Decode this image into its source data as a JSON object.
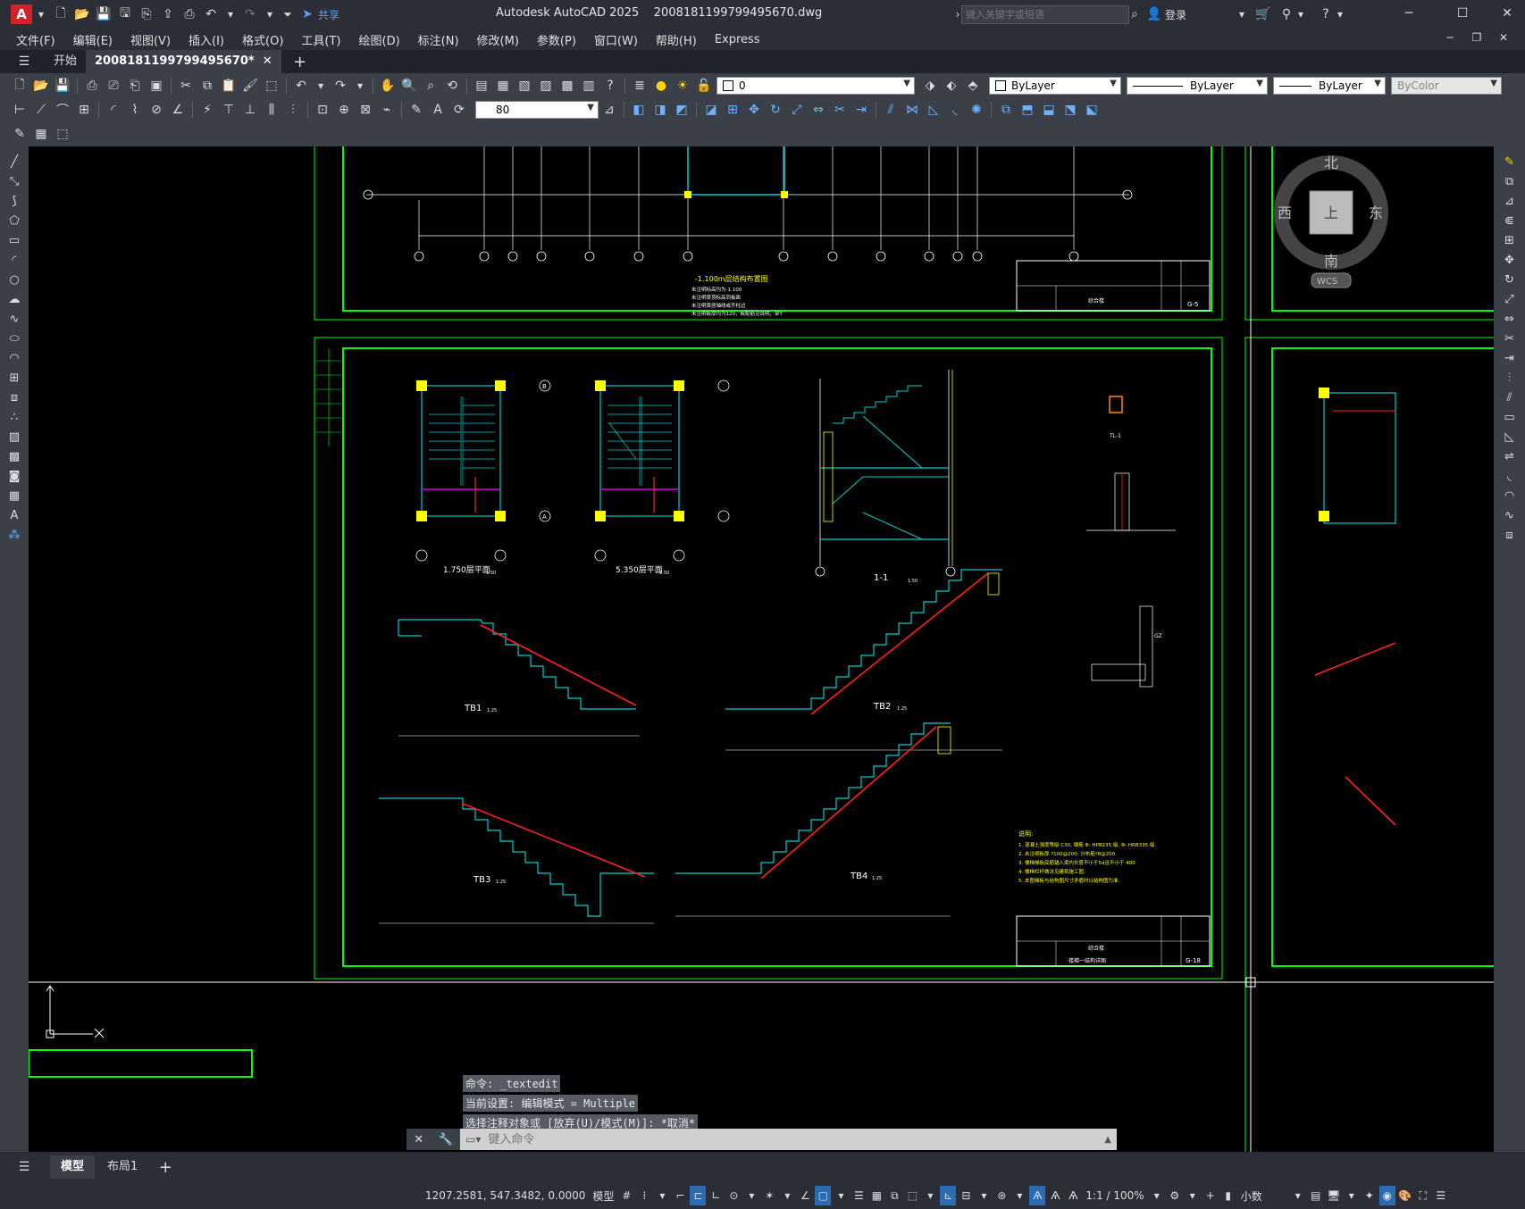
{
  "titlebar": {
    "app_title": "Autodesk AutoCAD 2025",
    "file_name": "2008181199799495670.dwg",
    "search_placeholder": "键入关键字或短语",
    "signin_label": "登录",
    "share_label": "共享"
  },
  "menu": [
    "文件(F)",
    "编辑(E)",
    "视图(V)",
    "插入(I)",
    "格式(O)",
    "工具(T)",
    "绘图(D)",
    "标注(N)",
    "修改(M)",
    "参数(P)",
    "窗口(W)",
    "帮助(H)",
    "Express"
  ],
  "tabs": {
    "start": "开始",
    "drawing": "2008181199799495670*"
  },
  "layer_combo": {
    "value": "0"
  },
  "properties": {
    "color": "ByLayer",
    "linetype": "ByLayer",
    "lineweight": "ByLayer",
    "plotstyle": "ByColor"
  },
  "dim_scale": {
    "value": "80"
  },
  "viewcube": {
    "north": "北",
    "south": "南",
    "east": "东",
    "west": "西",
    "top": "上",
    "wcs": "WCS"
  },
  "drawing": {
    "top_plan_title": "-1.100m层结构布置图",
    "top_notes": [
      "未注明标高均为-1.100",
      "未注明梁顶标高同板面",
      "未注明梁居轴线或齐柱边",
      "未注明板厚均为120，板配筋见说明，梁Y"
    ],
    "sheet_no_top": "G-5",
    "titleblock_project": "综合楼",
    "stair_plan_1": "1.750层平面",
    "stair_plan_2": "5.350层平面",
    "section_1": "1-1",
    "scale_150": "1:50",
    "scale_125": "1:25",
    "tb1": "TB1",
    "tb2": "TB2",
    "tb3": "TB3",
    "tb4": "TB4",
    "tl1": "TL-1",
    "gz": "GZ",
    "notes_title": "说明:",
    "notes": [
      "1. 混凝土强度等级 C30, 钢筋 Φ- HPB235 级, Φ- HRB335 级.",
      "2. 未注明板厚 ?100@200; 分布筋?8@200.",
      "3. 楼梯梯板底筋锚入梁内长度不小于5d且不小于 400",
      "4. 楼梯栏杆做法见建筑施工图.",
      "5. 本图梯板与结构图尺寸矛盾时以结构图为准."
    ],
    "sheet_no_bottom": "G-18",
    "sheet_name_bottom": "楼梯一结构详图",
    "axis_labels": [
      "A",
      "B"
    ]
  },
  "command_history": [
    "命令: _textedit",
    "当前设置: 编辑模式 = Multiple",
    "选择注释对象或 [放弃(U)/模式(M)]: *取消*"
  ],
  "command_placeholder": "键入命令",
  "layouts": {
    "model": "模型",
    "layout1": "布局1"
  },
  "status": {
    "coords": "1207.2581, 547.3482, 0.0000",
    "space": "模型",
    "anno_scale": "1:1 / 100%",
    "units": "小数"
  },
  "colors": {
    "green_border": "#00ff00",
    "cyan": "#00cccc",
    "yellow": "#ffff00",
    "red": "#ff2020",
    "white": "#ffffff"
  }
}
